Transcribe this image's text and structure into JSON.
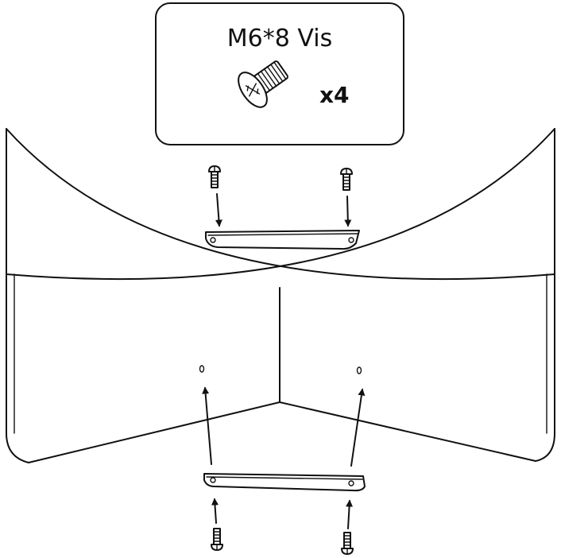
{
  "parts_box": {
    "title": "M6*8 Vis",
    "quantity": "x4",
    "icon": "flat-head-phillips-screw-icon"
  },
  "assembly": {
    "brackets": 2,
    "screws_per_bracket": 2,
    "icons": {
      "screw": "screw-icon",
      "arrow": "arrow-icon",
      "bracket": "bracket-icon",
      "hole": "mounting-hole-icon"
    }
  }
}
